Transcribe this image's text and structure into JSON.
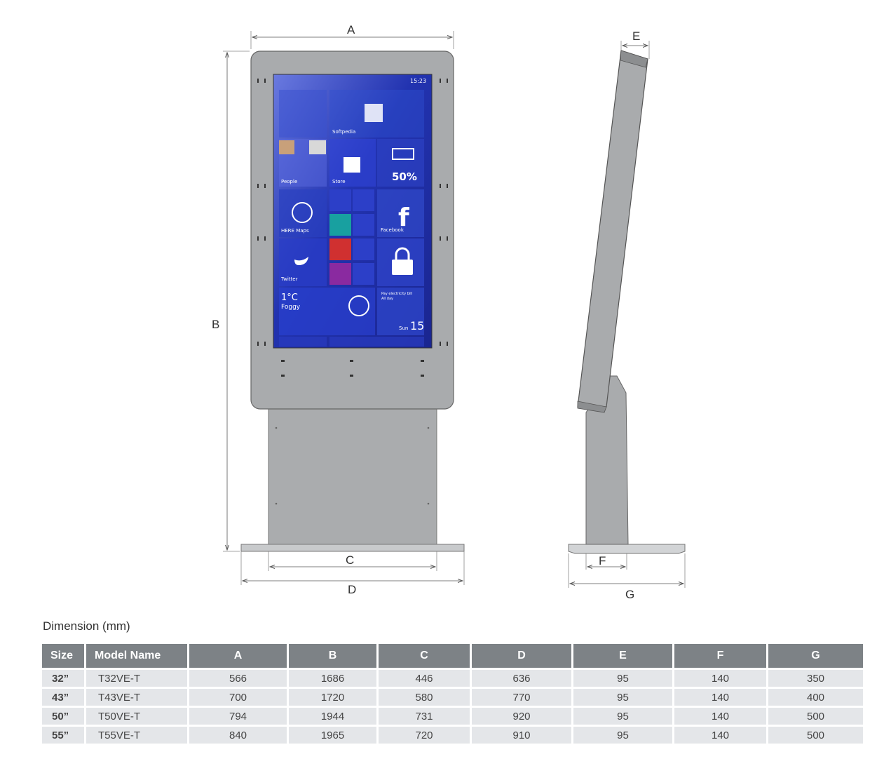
{
  "labels": {
    "A": "A",
    "B": "B",
    "C": "C",
    "D": "D",
    "E": "E",
    "F": "F",
    "G": "G"
  },
  "screen": {
    "time": "15:23",
    "tiles": {
      "softpedia": "Softpedia",
      "people": "People",
      "store": "Store",
      "battery": "50%",
      "here_maps": "HERE Maps",
      "facebook": "Facebook",
      "twitter": "Twitter",
      "weather_temp": "1°C",
      "weather_desc": "Foggy",
      "calendar_text": "Pay electricity bill",
      "calendar_sub": "All day",
      "calendar_day": "Sun",
      "calendar_date": "15"
    }
  },
  "table": {
    "title": "Dimension (mm)",
    "headers": [
      "Size",
      "Model Name",
      "A",
      "B",
      "C",
      "D",
      "E",
      "F",
      "G"
    ],
    "rows": [
      [
        "32”",
        "T32VE-T",
        "566",
        "1686",
        "446",
        "636",
        "95",
        "140",
        "350"
      ],
      [
        "43”",
        "T43VE-T",
        "700",
        "1720",
        "580",
        "770",
        "95",
        "140",
        "400"
      ],
      [
        "50”",
        "T50VE-T",
        "794",
        "1944",
        "731",
        "920",
        "95",
        "140",
        "500"
      ],
      [
        "55”",
        "T55VE-T",
        "840",
        "1965",
        "720",
        "910",
        "95",
        "140",
        "500"
      ]
    ]
  },
  "colors": {
    "body_gray": "#a9abad",
    "screen_blue": "#2d3fb8",
    "header_gray": "#7d8286",
    "row_gray": "#e4e6e9"
  }
}
